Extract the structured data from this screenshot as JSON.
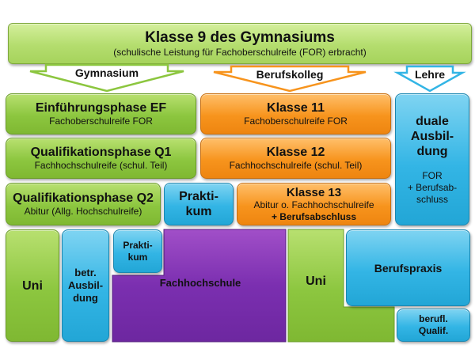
{
  "header": {
    "title": "Klasse 9 des Gymnasiums",
    "subtitle": "(schulische Leistung für Fachoberschulreife (FOR) erbracht)"
  },
  "paths": {
    "gymnasium": "Gymnasium",
    "berufskolleg": "Berufskolleg",
    "lehre": "Lehre"
  },
  "gymnasium": {
    "ef_title": "Einführungsphase EF",
    "ef_sub": "Fachoberschulreife FOR",
    "q1_title": "Qualifikationsphase Q1",
    "q1_sub": "Fachhochschulreife (schul. Teil)",
    "q2_title": "Qualifikationsphase Q2",
    "q2_sub": "Abitur (Allg. Hochschulreife)"
  },
  "praktikum_mid": {
    "line1": "Prakti-",
    "line2": "kum"
  },
  "berufskolleg": {
    "k11_title": "Klasse 11",
    "k11_sub": "Fachoberschulreife FOR",
    "k12_title": "Klasse 12",
    "k12_sub": "Fachhochschulreife (schul. Teil)",
    "k13_title": "Klasse 13",
    "k13_sub": "Abitur o. Fachhochschulreife",
    "k13_sub2": "+  Berufsabschluss"
  },
  "lehre": {
    "line1": "duale",
    "line2": "Ausbil-",
    "line3": "dung",
    "line4": "FOR",
    "line5": "+ Berufsab-",
    "line6": "schluss"
  },
  "bottom": {
    "uni_left": "Uni",
    "betr_line1": "betr.",
    "betr_line2": "Ausbil-",
    "betr_line3": "dung",
    "praktikum_small_line1": "Prakti-",
    "praktikum_small_line2": "kum",
    "fachhochschule": "Fachhochschule",
    "uni_right": "Uni",
    "berufspraxis": "Berufspraxis",
    "berufl_line1": "berufl.",
    "berufl_line2": "Qualif."
  },
  "colors": {
    "green": "#8cc63f",
    "orange": "#f7941d",
    "blue": "#33b5e5",
    "purple": "#7b2fb0"
  }
}
